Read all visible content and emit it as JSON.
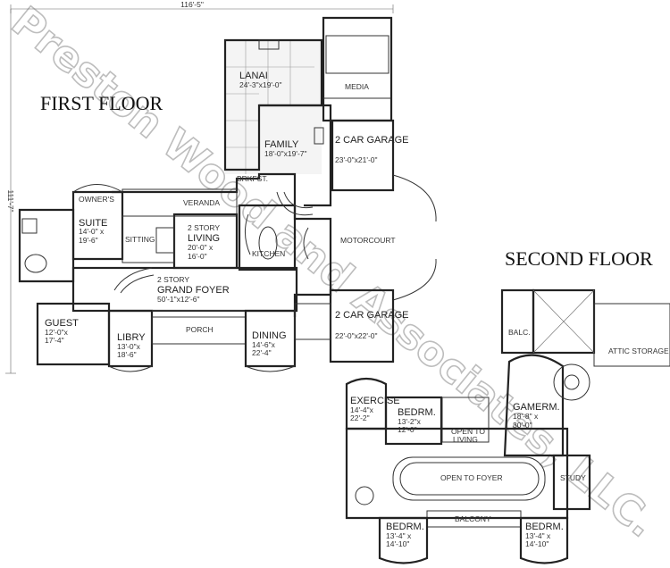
{
  "watermark": {
    "text": "Preston Wood and Associates, LLC."
  },
  "titles": {
    "first_floor": "FIRST FLOOR",
    "second_floor": "SECOND FLOOR"
  },
  "overall_dims": {
    "width": "116'-5\"",
    "depth": "111'-7\""
  },
  "first_floor": {
    "lanai": {
      "name": "LANAI",
      "size": "24'-3\"x19'-0\""
    },
    "media": {
      "name": "MEDIA"
    },
    "family": {
      "name": "FAMILY",
      "size": "18'-0\"x19'-7\""
    },
    "garage_top": {
      "name": "2 CAR GARAGE",
      "size": "23'-0\"x21'-0\""
    },
    "brkfst": {
      "name": "BRKFST."
    },
    "veranda": {
      "name": "VERANDA"
    },
    "owners_suite": {
      "name1": "OWNER'S",
      "name2": "SUITE",
      "size1": "14'-0\" x",
      "size2": "19'-6\""
    },
    "sitting": {
      "name": "SITTING"
    },
    "living": {
      "prefix": "2 STORY",
      "name": "LIVING",
      "size1": "20'-0\" x",
      "size2": "16'-0\""
    },
    "kitchen": {
      "name": "KITCHEN"
    },
    "motorcourt": {
      "name": "MOTORCOURT"
    },
    "grand_foyer": {
      "prefix": "2 STORY",
      "name": "GRAND FOYER",
      "size": "50'-1\"x12'-6\""
    },
    "guest": {
      "name": "GUEST",
      "size1": "12'-0\"x",
      "size2": "17'-4\""
    },
    "library": {
      "name": "LIBRY",
      "size1": "13'-0\"x",
      "size2": "18'-6\""
    },
    "porch": {
      "name": "PORCH"
    },
    "dining": {
      "name": "DINING",
      "size1": "14'-6\"x",
      "size2": "22'-4\""
    },
    "garage_bottom": {
      "name": "2 CAR GARAGE",
      "size": "22'-0\"x22'-0\""
    }
  },
  "second_floor": {
    "balc": {
      "name": "BALC."
    },
    "attic": {
      "name": "ATTIC STORAGE"
    },
    "exercise": {
      "name": "EXERCISE",
      "size1": "14'-4\"x",
      "size2": "22'-2\""
    },
    "bedrm_mid": {
      "name": "BEDRM.",
      "size1": "13'-2\"x",
      "size2": "12'-0\""
    },
    "open_living": {
      "line1": "OPEN TO",
      "line2": "LIVING"
    },
    "gamerm": {
      "name": "GAMERM.",
      "size1": "18'-8\" x",
      "size2": "30'-0\""
    },
    "open_foyer": {
      "name": "OPEN TO FOYER"
    },
    "study": {
      "name": "STUDY"
    },
    "balcony": {
      "name": "BALCONY"
    },
    "bedrm_left": {
      "name": "BEDRM.",
      "size1": "13'-4\" x",
      "size2": "14'-10\""
    },
    "bedrm_right": {
      "name": "BEDRM.",
      "size1": "13'-4\" x",
      "size2": "14'-10\""
    }
  }
}
